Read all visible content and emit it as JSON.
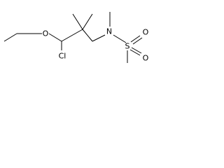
{
  "structure": {
    "atoms": {
      "oxygen_ether": "O",
      "chlorine": "Cl",
      "nitrogen": "N",
      "sulfur": "S",
      "oxygen_sulfonyl_top": "O",
      "oxygen_sulfonyl_bottom": "O"
    }
  }
}
